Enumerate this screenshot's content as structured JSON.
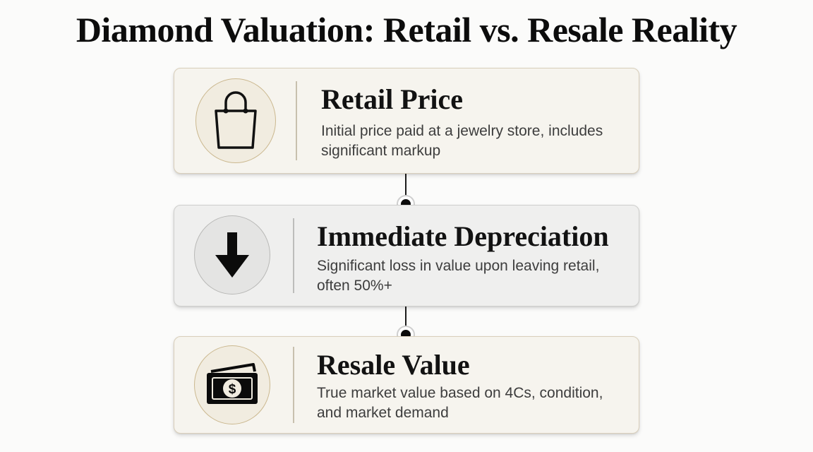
{
  "title": "Diamond Valuation: Retail vs. Resale Reality",
  "steps": [
    {
      "icon": "shopping-bag-icon",
      "title": "Retail Price",
      "description": "Initial price paid at a jewelry store, includes significant markup"
    },
    {
      "icon": "arrow-down-icon",
      "title": "Immediate Depreciation",
      "description": "Significant loss in value upon leaving retail, often 50%+"
    },
    {
      "icon": "money-bill-icon",
      "title": "Resale Value",
      "description": "True market value based on 4Cs, condition, and market demand"
    }
  ],
  "colors": {
    "background": "#fbfbfa",
    "card_warm": "#f6f4ee",
    "card_gray": "#efefee",
    "accent_gold": "#cbb88f",
    "text_dark": "#121212"
  }
}
